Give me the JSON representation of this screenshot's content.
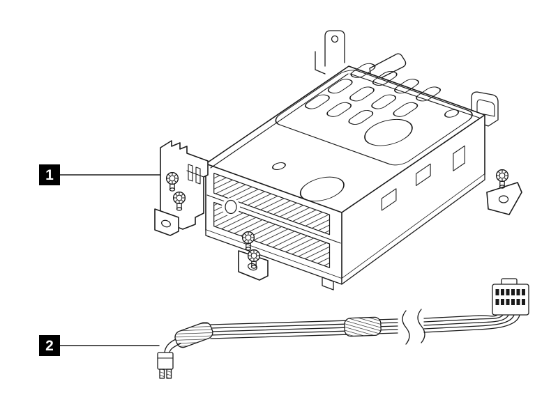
{
  "figure": {
    "kind": "technical-illustration",
    "items": [
      {
        "callout": "1",
        "depicts": "drive-cage-assembly"
      },
      {
        "callout": "2",
        "depicts": "cable-assembly"
      }
    ]
  },
  "callouts": [
    {
      "label": "1"
    },
    {
      "label": "2"
    }
  ],
  "colors": {
    "ink": "#1a1a1a",
    "badge_bg": "#000000",
    "badge_text": "#ffffff",
    "background": "#ffffff"
  }
}
